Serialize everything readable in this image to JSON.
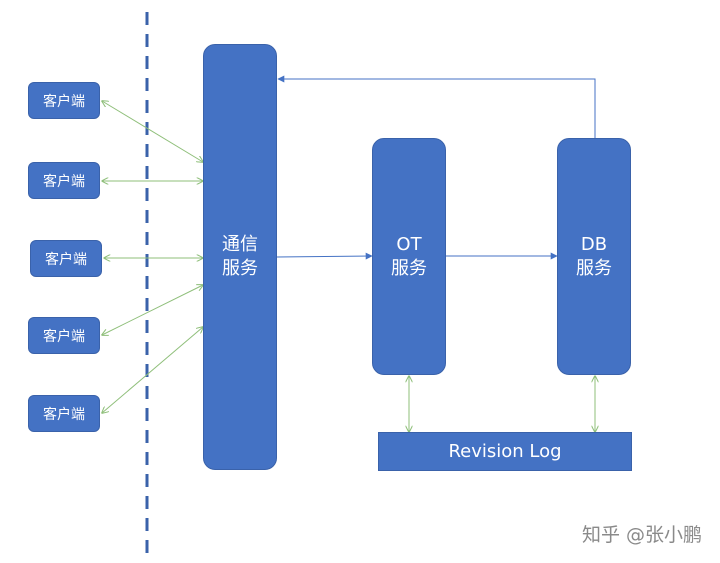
{
  "clients": [
    {
      "label": "客户端"
    },
    {
      "label": "客户端"
    },
    {
      "label": "客户端"
    },
    {
      "label": "客户端"
    },
    {
      "label": "客户端"
    }
  ],
  "comm_service": {
    "line1": "通信",
    "line2": "服务"
  },
  "ot_service": {
    "line1": "OT",
    "line2": "服务"
  },
  "db_service": {
    "line1": "DB",
    "line2": "服务"
  },
  "revision_log": {
    "label": "Revision Log"
  },
  "watermark": "知乎 @张小鹏",
  "colors": {
    "box_fill": "#4472c4",
    "client_link": "#8fbf7a",
    "service_link": "#4472c4",
    "boundary": "#3a62aa"
  }
}
